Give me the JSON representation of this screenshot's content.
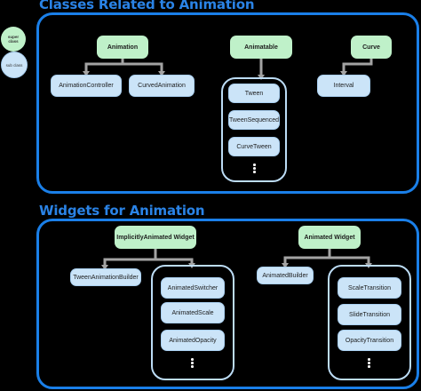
{
  "legend": {
    "super_class": "super class",
    "sub_class": "sub class"
  },
  "sections": {
    "classes": {
      "title": "Classes Related to Animation",
      "animation": {
        "label": "Animation",
        "children": [
          "AnimationController",
          "CurvedAnimation"
        ]
      },
      "animatable": {
        "label": "Animatable",
        "children": [
          "Tween",
          "TweenSequenced",
          "CurveTween"
        ]
      },
      "curve": {
        "label": "Curve",
        "children": [
          "Interval"
        ]
      }
    },
    "widgets": {
      "title": "Widgets for Animation",
      "implicitly_animated": {
        "label": "ImplicitlyAnimated Widget",
        "side_child": "TweenAnimationBuilder",
        "children": [
          "AnimatedSwitcher",
          "AnimatedScale",
          "AnimatedOpacity"
        ]
      },
      "animated_widget": {
        "label": "Animated Widget",
        "side_child": "AnimatedBuilder",
        "children": [
          "ScaleTransition",
          "SlideTransition",
          "OpacityTransition"
        ]
      }
    }
  },
  "colors": {
    "section_border": "#1a7fe8",
    "super_fill": "#bff1c9",
    "sub_fill": "#cbe4f8",
    "connector": "#a3a3a3"
  }
}
